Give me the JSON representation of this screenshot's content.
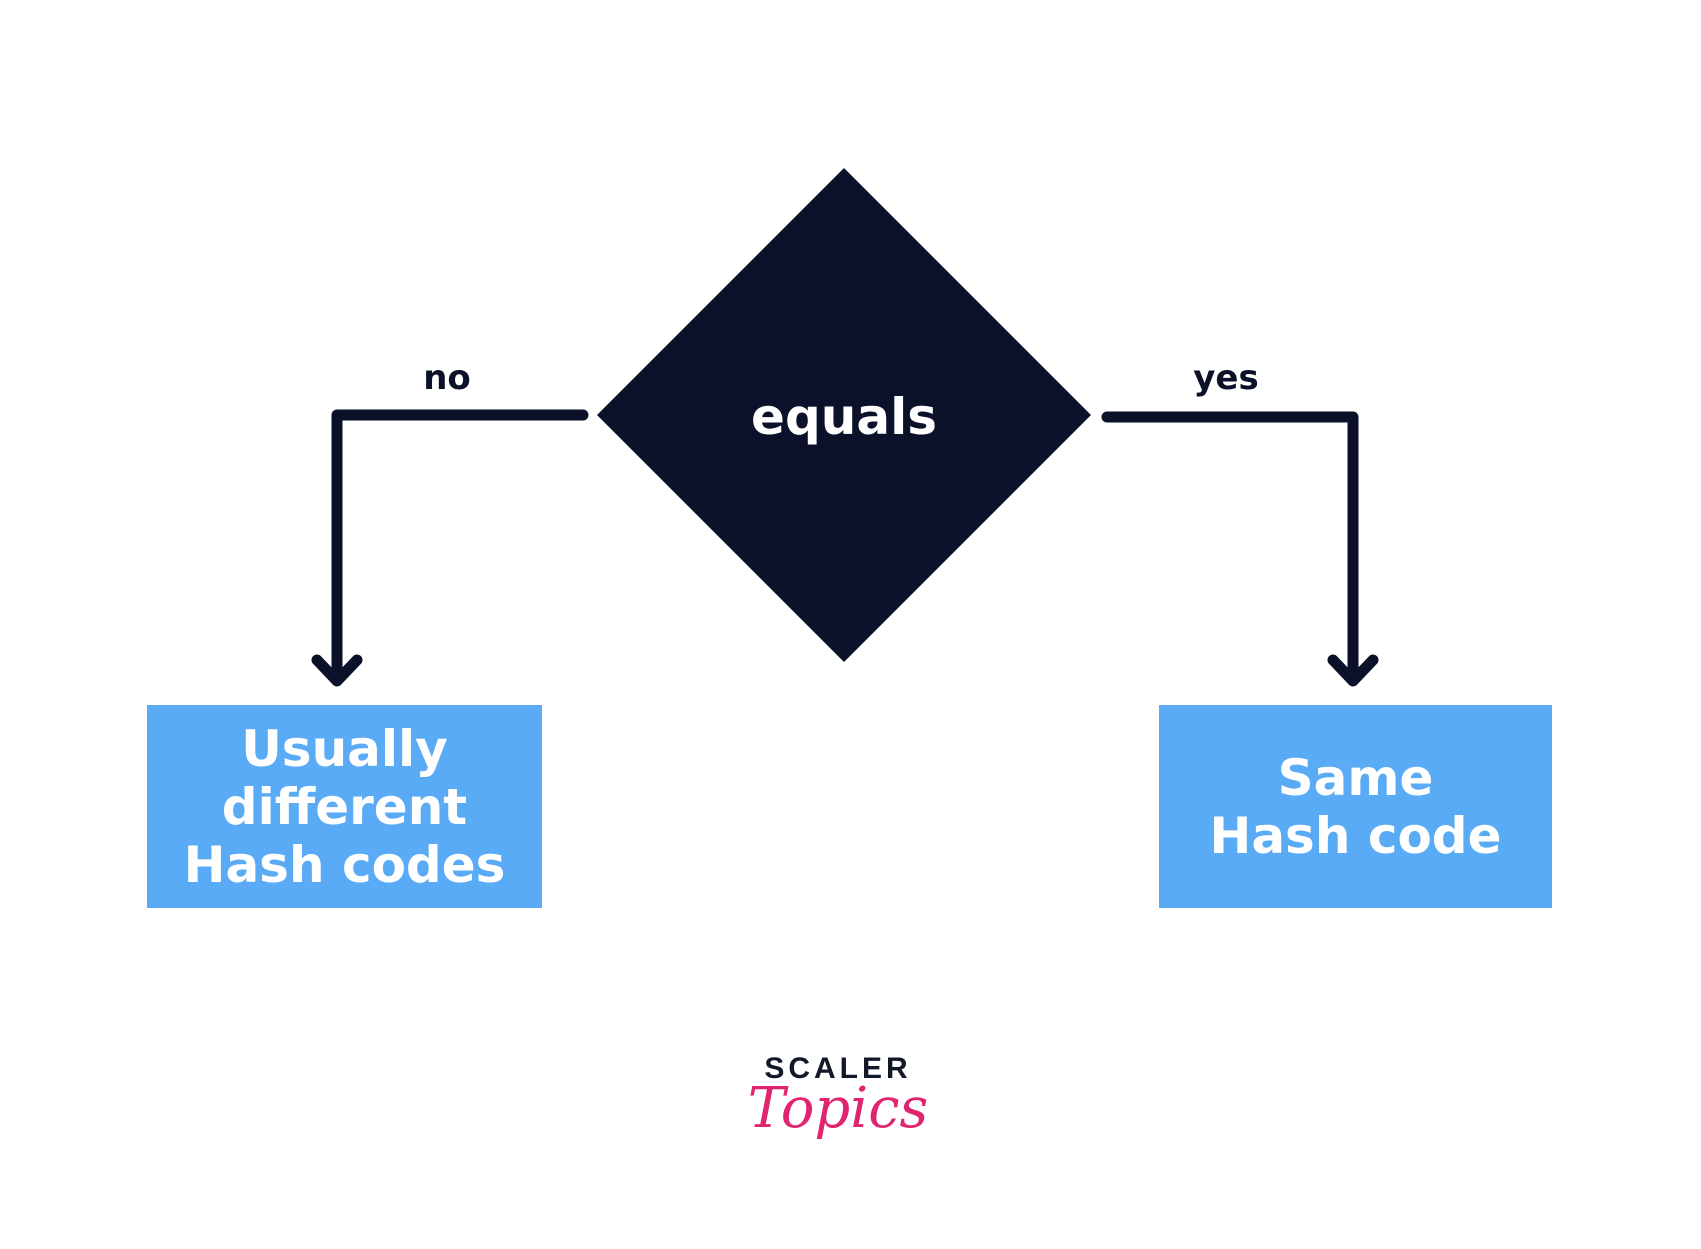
{
  "decision": {
    "label": "equals"
  },
  "branches": {
    "no": {
      "label": "no",
      "result": "Usually\ndifferent\nHash codes"
    },
    "yes": {
      "label": "yes",
      "result": "Same\nHash code"
    }
  },
  "logo": {
    "line1": "SCALER",
    "line2": "Topics"
  },
  "colors": {
    "dark": "#0a1128",
    "box": "#5aabf5",
    "brand": "#e0246e"
  }
}
